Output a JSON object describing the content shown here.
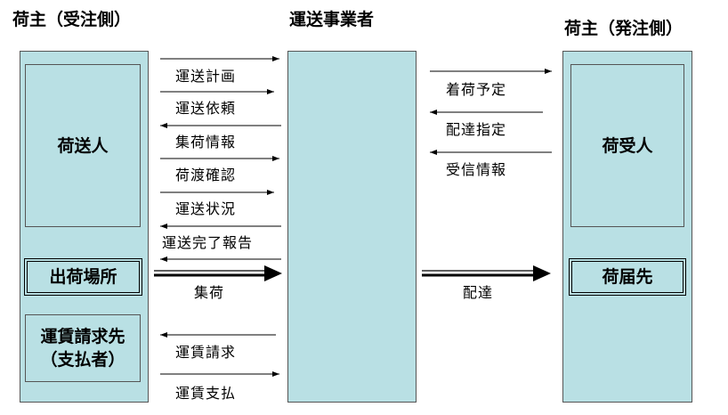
{
  "headings": {
    "shipper_receiving": "荷主（受注側）",
    "carrier": "運送事業者",
    "shipper_ordering": "荷主（発注側）"
  },
  "left_boxes": {
    "sender": "荷送人",
    "shipping_location": "出荷場所",
    "billing_line1": "運賃請求先",
    "billing_line2": "（支払者）"
  },
  "right_boxes": {
    "receiver": "荷受人",
    "destination": "荷届先"
  },
  "left_flows": [
    "運送計画",
    "運送依頼",
    "集荷情報",
    "荷渡確認",
    "運送状況",
    "運送完了報告",
    "集荷",
    "運賃請求",
    "運賃支払"
  ],
  "right_flows": [
    "着荷予定",
    "配達指定",
    "受信情報",
    "配達"
  ]
}
